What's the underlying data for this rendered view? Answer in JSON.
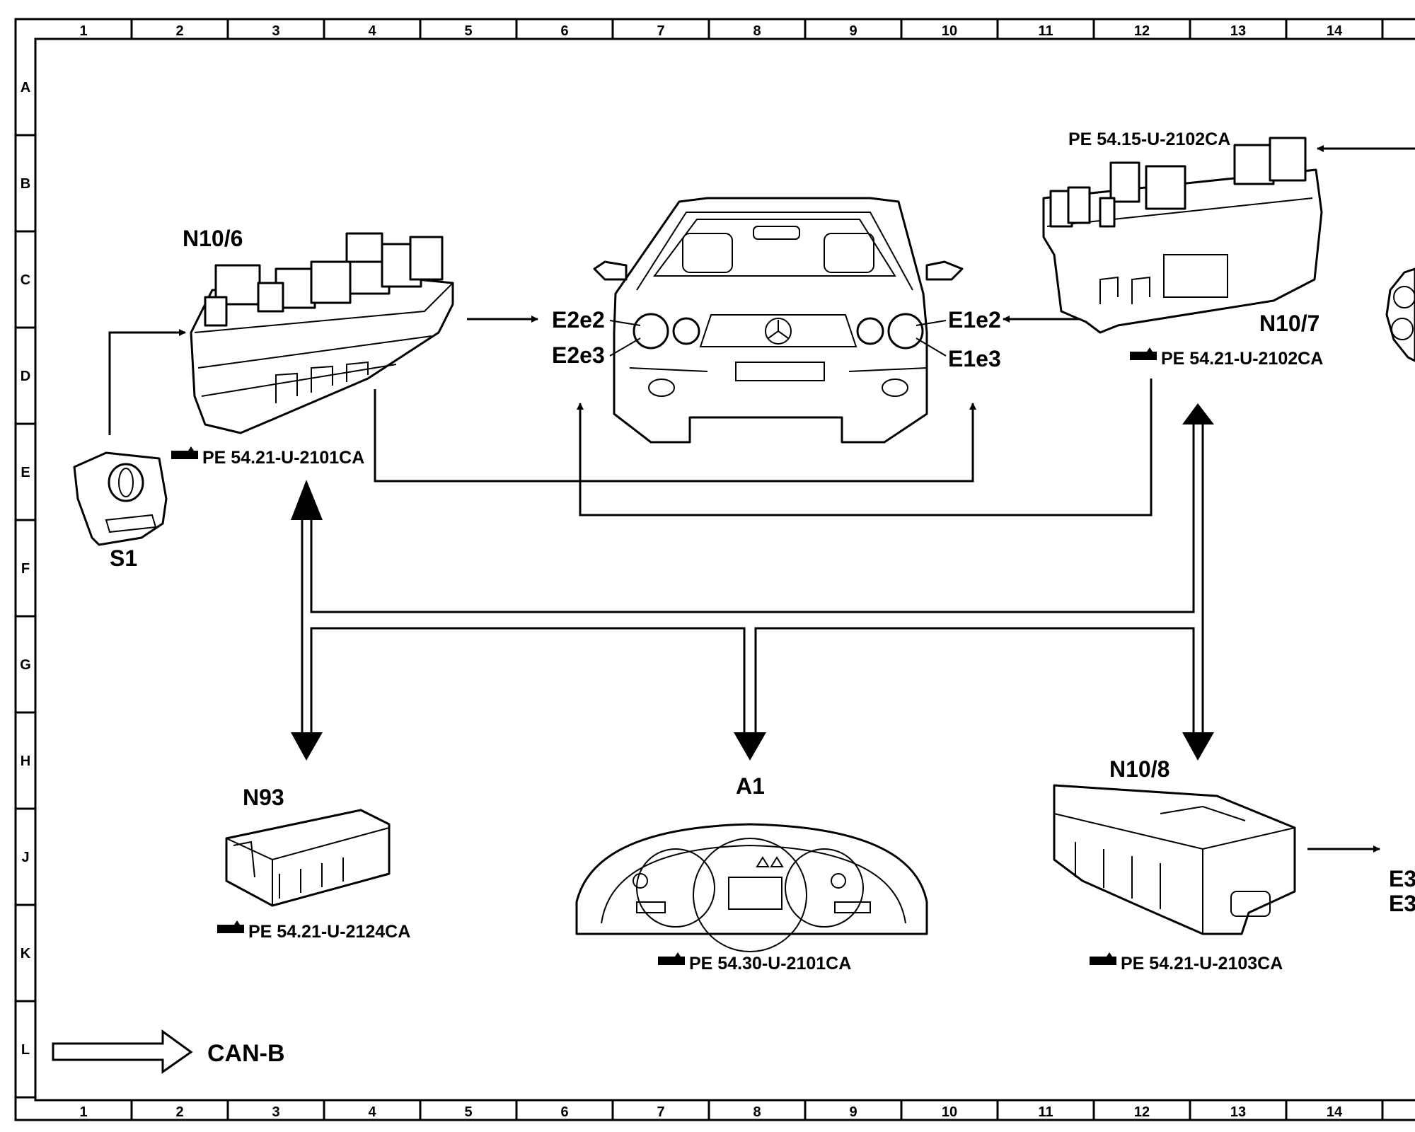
{
  "grid": {
    "columns": [
      "1",
      "2",
      "3",
      "4",
      "5",
      "6",
      "7",
      "8",
      "9",
      "10",
      "11",
      "12",
      "13",
      "14"
    ],
    "rows": [
      "A",
      "B",
      "C",
      "D",
      "E",
      "F",
      "G",
      "H",
      "J",
      "K",
      "L"
    ]
  },
  "components": {
    "n10_6": {
      "label": "N10/6",
      "ref": "PE 54.21-U-2101CA"
    },
    "n10_7": {
      "label": "N10/7",
      "ref_top": "PE 54.15-U-2102CA",
      "ref": "PE 54.21-U-2102CA"
    },
    "s1": {
      "label": "S1"
    },
    "n93": {
      "label": "N93",
      "ref": "PE 54.21-U-2124CA"
    },
    "a1": {
      "label": "A1",
      "ref": "PE 54.30-U-2101CA"
    },
    "n10_8": {
      "label": "N10/8",
      "ref": "PE 54.21-U-2103CA"
    }
  },
  "vehicle": {
    "left_lamps": [
      "E2e2",
      "E2e3"
    ],
    "right_lamps": [
      "E1e2",
      "E1e3"
    ]
  },
  "offpage_labels": [
    "E3",
    "E3"
  ],
  "legend": {
    "label": "CAN-B"
  }
}
